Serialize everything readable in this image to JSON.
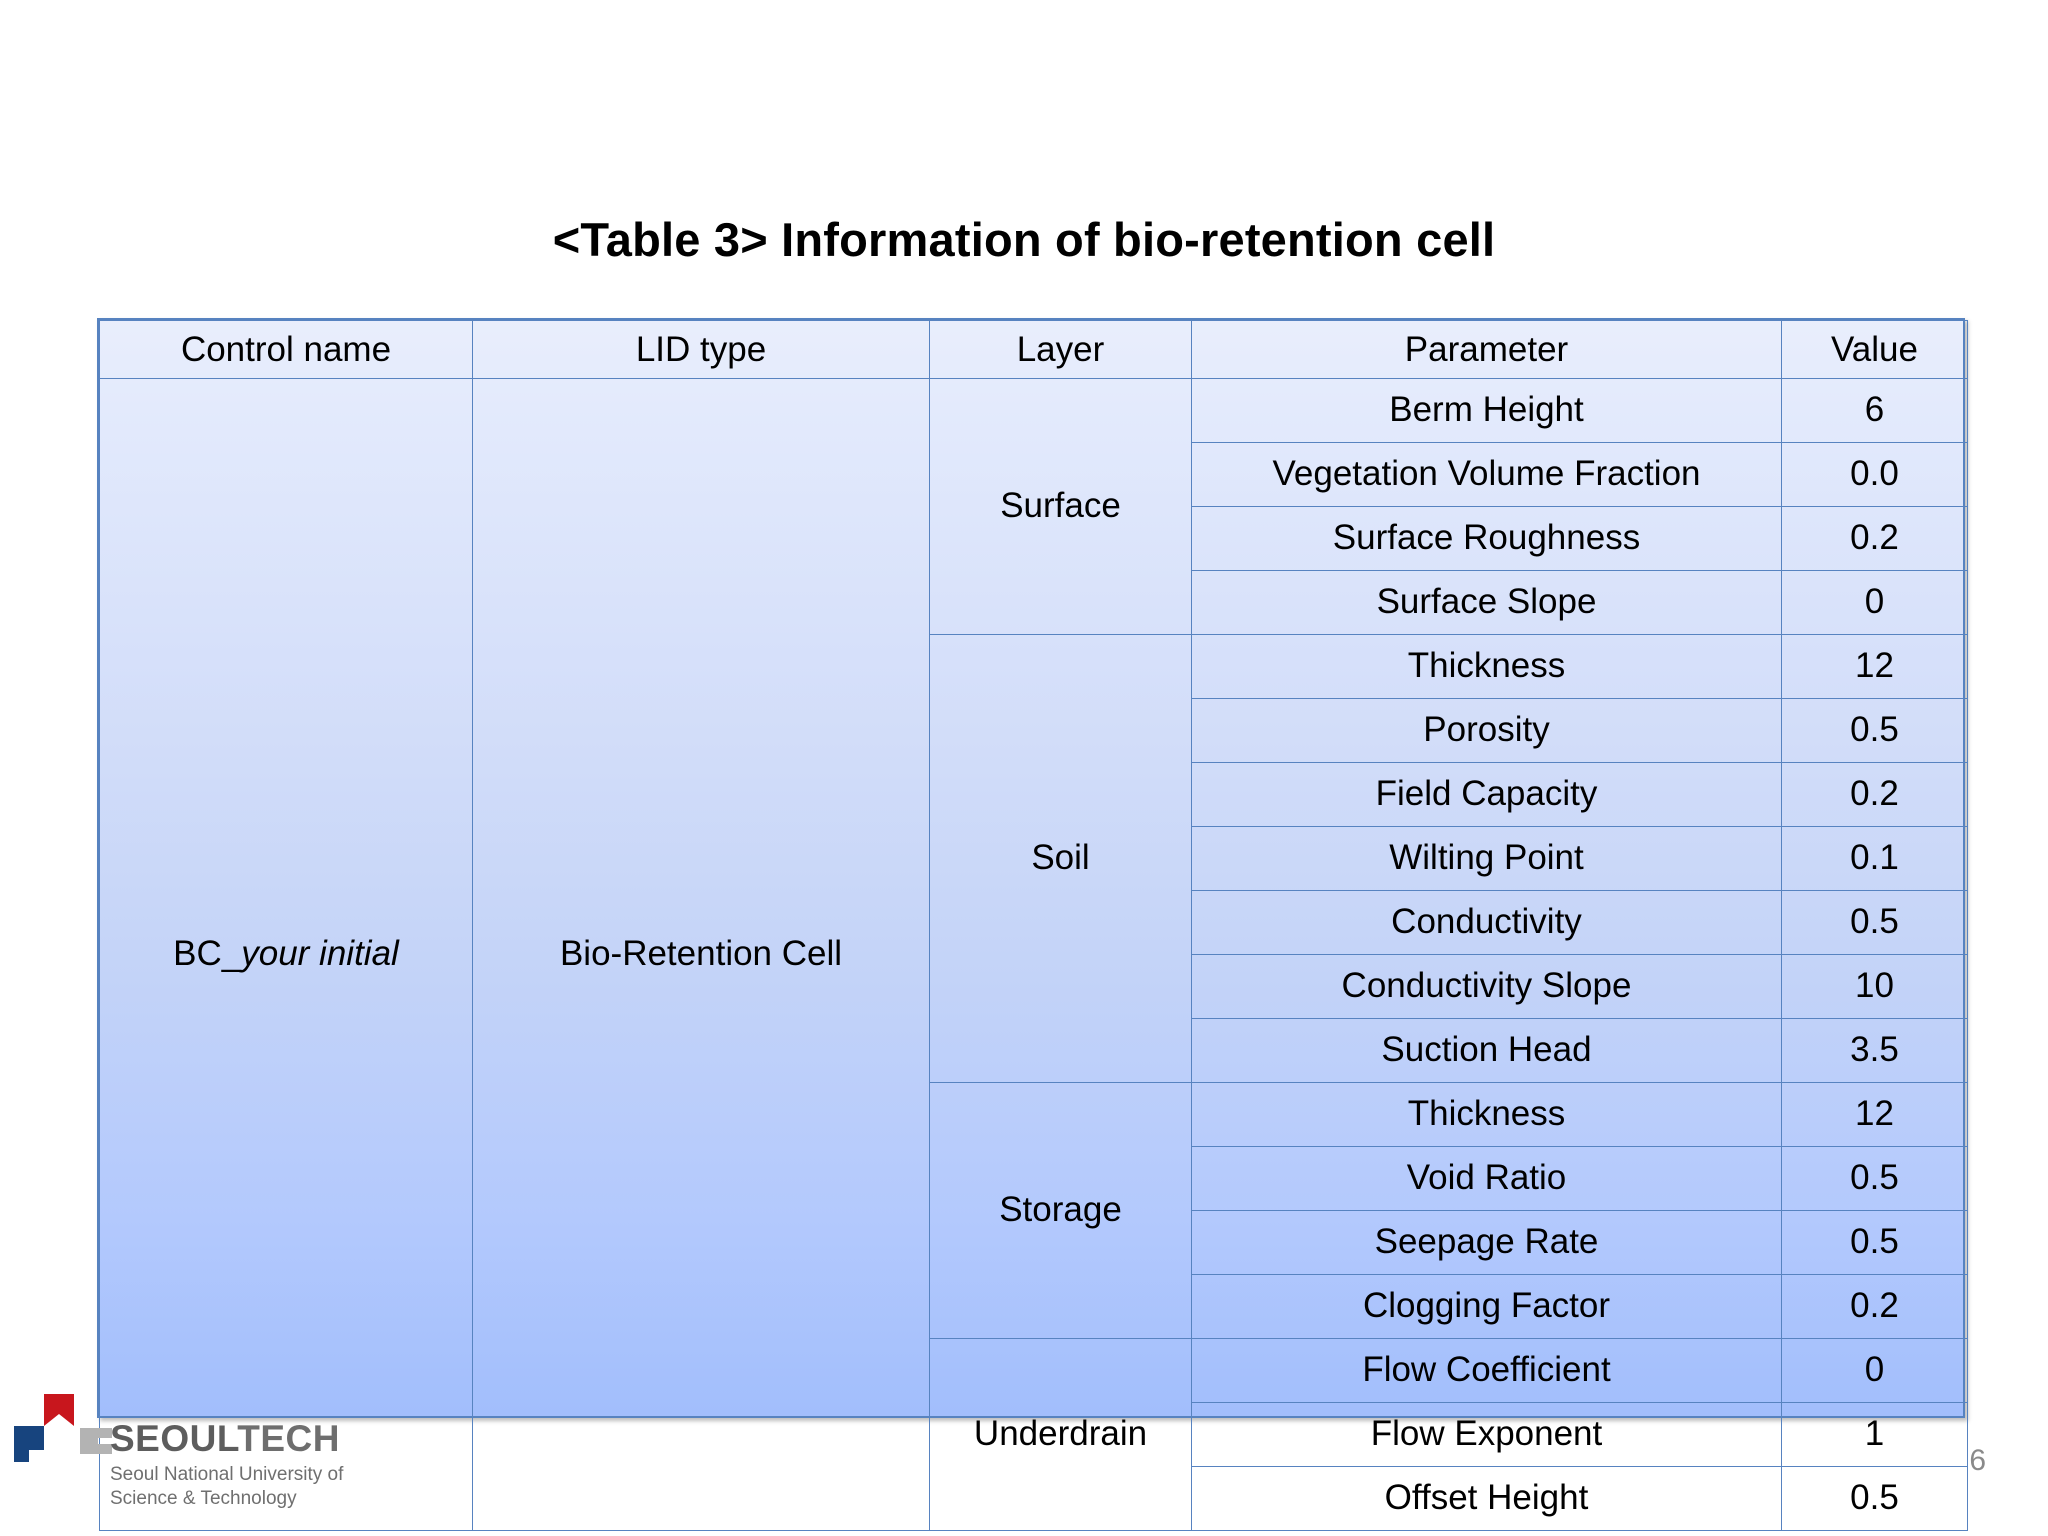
{
  "slide": {
    "title": "<Table 3> Information of bio-retention cell",
    "page_number": "6",
    "accent_border": "#5783c0",
    "header_bg": "#e7edfc",
    "gradient_top": "#e9eefc",
    "gradient_bottom": "#a2befc"
  },
  "table": {
    "headers": {
      "control_name": "Control name",
      "lid_type": "LID type",
      "layer": "Layer",
      "parameter": "Parameter",
      "value": "Value"
    },
    "control_name_prefix": "BC_",
    "control_name_italic": "your initial",
    "lid_type": "Bio-Retention Cell",
    "layers": [
      {
        "name": "Surface",
        "rows": [
          {
            "parameter": "Berm Height",
            "value": "6"
          },
          {
            "parameter": "Vegetation Volume Fraction",
            "value": "0.0"
          },
          {
            "parameter": "Surface Roughness",
            "value": "0.2"
          },
          {
            "parameter": "Surface Slope",
            "value": "0"
          }
        ]
      },
      {
        "name": "Soil",
        "rows": [
          {
            "parameter": "Thickness",
            "value": "12"
          },
          {
            "parameter": "Porosity",
            "value": "0.5"
          },
          {
            "parameter": "Field Capacity",
            "value": "0.2"
          },
          {
            "parameter": "Wilting Point",
            "value": "0.1"
          },
          {
            "parameter": "Conductivity",
            "value": "0.5"
          },
          {
            "parameter": "Conductivity Slope",
            "value": "10"
          },
          {
            "parameter": "Suction Head",
            "value": "3.5"
          }
        ]
      },
      {
        "name": "Storage",
        "rows": [
          {
            "parameter": "Thickness",
            "value": "12"
          },
          {
            "parameter": "Void Ratio",
            "value": "0.5"
          },
          {
            "parameter": "Seepage Rate",
            "value": "0.5"
          },
          {
            "parameter": "Clogging Factor",
            "value": "0.2"
          }
        ]
      },
      {
        "name": "Underdrain",
        "rows": [
          {
            "parameter": "Flow Coefficient",
            "value": "0"
          },
          {
            "parameter": "Flow Exponent",
            "value": "1"
          },
          {
            "parameter": "Offset Height",
            "value": "0.5"
          }
        ]
      }
    ]
  },
  "footer": {
    "logo_word_main": "SEOUL",
    "logo_word_accent": "TECH",
    "logo_sub_line1": "Seoul National University of",
    "logo_sub_line2": "Science & Technology",
    "logo_red": "#c8161d",
    "logo_blue": "#17447e",
    "logo_gray": "#b3b3b3"
  }
}
